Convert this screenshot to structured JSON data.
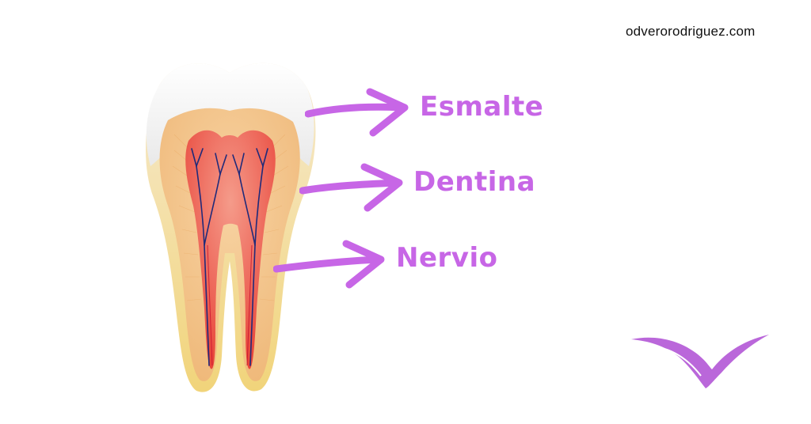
{
  "header": {
    "site_url": "odverorodriguez.com"
  },
  "diagram": {
    "labels": [
      {
        "key": "enamel",
        "text": "Esmalte"
      },
      {
        "key": "dentin",
        "text": "Dentina"
      },
      {
        "key": "nerve",
        "text": "Nervio"
      }
    ]
  },
  "colors": {
    "accent": "#c766e6",
    "enamel": "#f4f4f4",
    "dentin": "#f3c48a",
    "pulp": "#ef6a5c",
    "vessels": "#1f2a7a",
    "root": "#f3dc8a"
  },
  "icons": {
    "logo": "heart-wing-logo-icon"
  }
}
